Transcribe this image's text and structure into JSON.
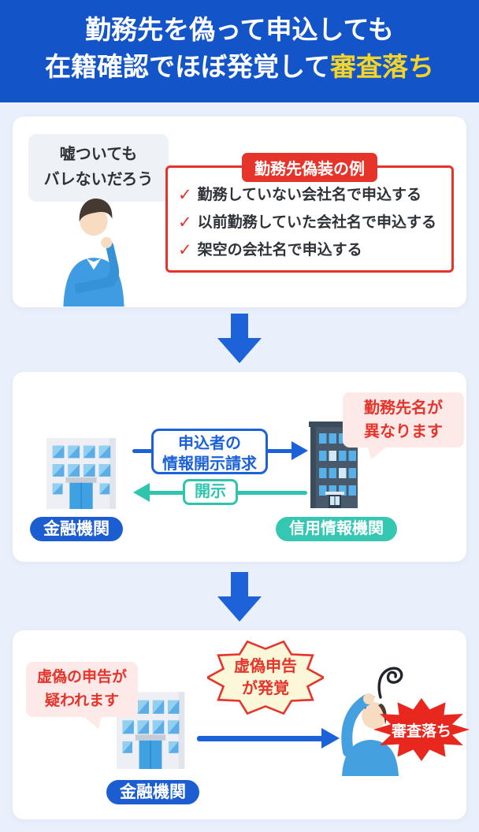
{
  "header": {
    "line1": "勤務先を偽って申込しても",
    "line2_prefix": "在籍確認でほぼ発覚して",
    "line2_highlight": "審査落ち"
  },
  "panel1": {
    "thought_bubble": {
      "line1": "嘘ついても",
      "line2": "バレないだろう"
    },
    "example_box": {
      "title": "勤務先偽装の例",
      "check_icon": "✓",
      "items": [
        "勤務していない会社名で申込する",
        "以前勤務していた会社名で申込する",
        "架空の会社名で申込する"
      ]
    }
  },
  "panel2": {
    "request_label": {
      "line1": "申込者の",
      "line2": "情報開示請求"
    },
    "disclose_label": "開示",
    "left_building_label": "金融機関",
    "right_building_label": "信用情報機関",
    "speech_bubble": {
      "line1": "勤務先名が",
      "line2": "異なります"
    }
  },
  "panel3": {
    "speech_bubble": {
      "line1": "虚偽の申告が",
      "line2": "疑われます"
    },
    "building_label": "金融機関",
    "burst": {
      "line1": "虚偽申告",
      "line2": "が発覚"
    },
    "result_burst": "審査落ち"
  },
  "colors": {
    "header_bg": "#1355c9",
    "page_bg": "#e9effb",
    "accent_blue": "#1b62d8",
    "accent_red": "#e6342b",
    "accent_teal": "#2fc4ae",
    "highlight_yellow": "#f5d42a",
    "pink_bubble_bg": "#fce9e8",
    "yellow_burst_bg": "#fbf8da"
  }
}
